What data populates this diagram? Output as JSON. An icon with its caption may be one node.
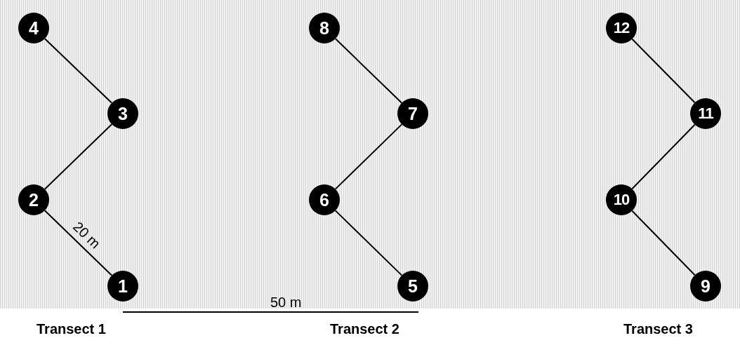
{
  "diagram": {
    "nodes": [
      {
        "text": [
          "1"
        ]
      },
      {
        "text": [
          "2"
        ]
      },
      {
        "text": [
          "3"
        ]
      },
      {
        "text": [
          "4"
        ]
      },
      {
        "text": [
          "5"
        ]
      },
      {
        "text": [
          "6"
        ]
      },
      {
        "text": [
          "7"
        ]
      },
      {
        "text": [
          "8"
        ]
      },
      {
        "text": [
          "9"
        ]
      },
      {
        "text": [
          "10"
        ]
      },
      {
        "text": [
          "11"
        ]
      },
      {
        "text": [
          "12"
        ]
      }
    ],
    "edges": [
      {
        "from": 0,
        "to": 1,
        "arrow": "none",
        "label": "20 m"
      },
      {
        "from": 1,
        "to": 2,
        "arrow": "none"
      },
      {
        "from": 2,
        "to": 3,
        "arrow": "none"
      },
      {
        "from": 4,
        "to": 5,
        "arrow": "none"
      },
      {
        "from": 5,
        "to": 6,
        "arrow": "none"
      },
      {
        "from": 6,
        "to": 7,
        "arrow": "none"
      },
      {
        "from": 8,
        "to": 9,
        "arrow": "none"
      },
      {
        "from": 9,
        "to": 10,
        "arrow": "none"
      },
      {
        "from": 10,
        "to": 11,
        "arrow": "none"
      }
    ],
    "labels": [
      "50 m",
      "Transect 1",
      "Transect 2",
      "Transect 3"
    ]
  }
}
